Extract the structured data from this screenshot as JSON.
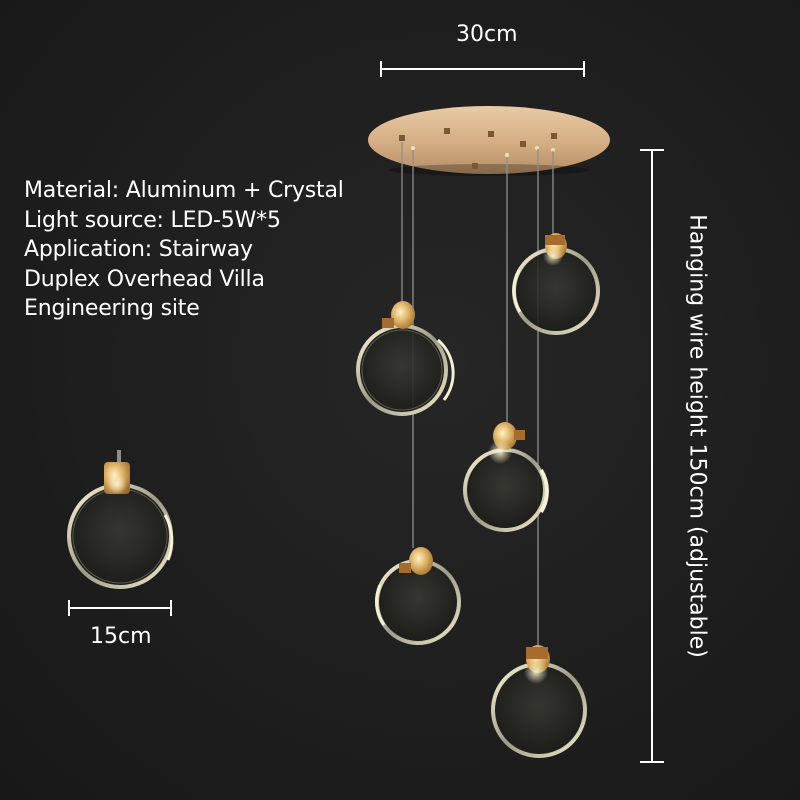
{
  "specs": {
    "material": "Material: Aluminum + Crystal",
    "light_source": "Light source: LED-5W*5",
    "application": "Application: Stairway",
    "application_2": "Duplex Overhead Villa",
    "application_3": "Engineering site"
  },
  "dimensions": {
    "canopy_width": "30cm",
    "pendant_diameter": "15cm",
    "hanging_height": "Hanging wire height 150cm (adjustable)"
  },
  "colors": {
    "background": "#1f1f1f",
    "canopy_gold": "#d7b58f",
    "fitting_brass": "#d9a24a",
    "crystal_edge": "#e8e4c8"
  }
}
